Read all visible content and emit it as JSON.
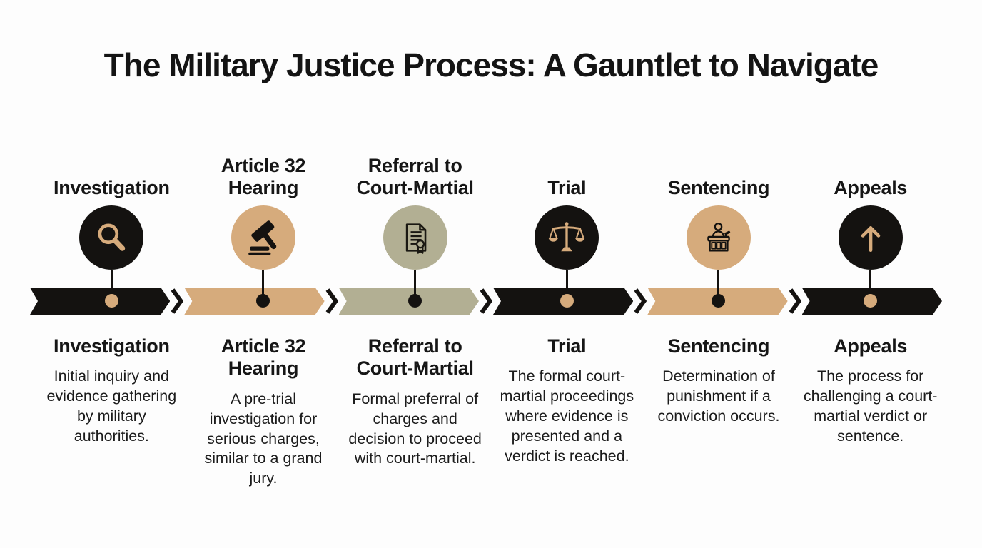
{
  "title": "The Military Justice Process: A Gauntlet to Navigate",
  "colors": {
    "black": "#141210",
    "tan": "#d6ab7c",
    "sage": "#b2af93",
    "background": "#fdfdfd",
    "text": "#1b1b1b"
  },
  "stages": [
    {
      "label": "Investigation",
      "icon": "magnifying-glass-icon",
      "colors": {
        "circle": "#141210",
        "icon": "#d6ab7c",
        "band": "#141210",
        "dot": "#d6ab7c"
      },
      "heading": "Investigation",
      "description": "Initial inquiry and evidence gathering by military authorities."
    },
    {
      "label": "Article 32 Hearing",
      "icon": "gavel-icon",
      "colors": {
        "circle": "#d6ab7c",
        "icon": "#141210",
        "band": "#d6ab7c",
        "dot": "#141210"
      },
      "heading": "Article 32 Hearing",
      "description": "A pre-trial investigation for serious charges, similar to a grand jury."
    },
    {
      "label": "Referral to Court-Martial",
      "icon": "document-seal-icon",
      "colors": {
        "circle": "#b2af93",
        "icon": "#1a1812",
        "band": "#b2af93",
        "dot": "#141210"
      },
      "heading": "Referral to Court-Martial",
      "description": "Formal preferral of charges and decision to proceed with court-martial."
    },
    {
      "label": "Trial",
      "icon": "scales-of-justice-icon",
      "colors": {
        "circle": "#141210",
        "icon": "#d6ab7c",
        "band": "#141210",
        "dot": "#d6ab7c"
      },
      "heading": "Trial",
      "description": "The formal court-martial proceedings where evidence is presented and a verdict is reached."
    },
    {
      "label": "Sentencing",
      "icon": "judge-bench-icon",
      "colors": {
        "circle": "#d6ab7c",
        "icon": "#141210",
        "band": "#d6ab7c",
        "dot": "#141210"
      },
      "heading": "Sentencing",
      "description": "Determination of punishment if a conviction occurs."
    },
    {
      "label": "Appeals",
      "icon": "arrow-up-icon",
      "colors": {
        "circle": "#141210",
        "icon": "#d6ab7c",
        "band": "#141210",
        "dot": "#d6ab7c"
      },
      "heading": "Appeals",
      "description": "The process for challenging a court-martial verdict or sentence."
    }
  ]
}
